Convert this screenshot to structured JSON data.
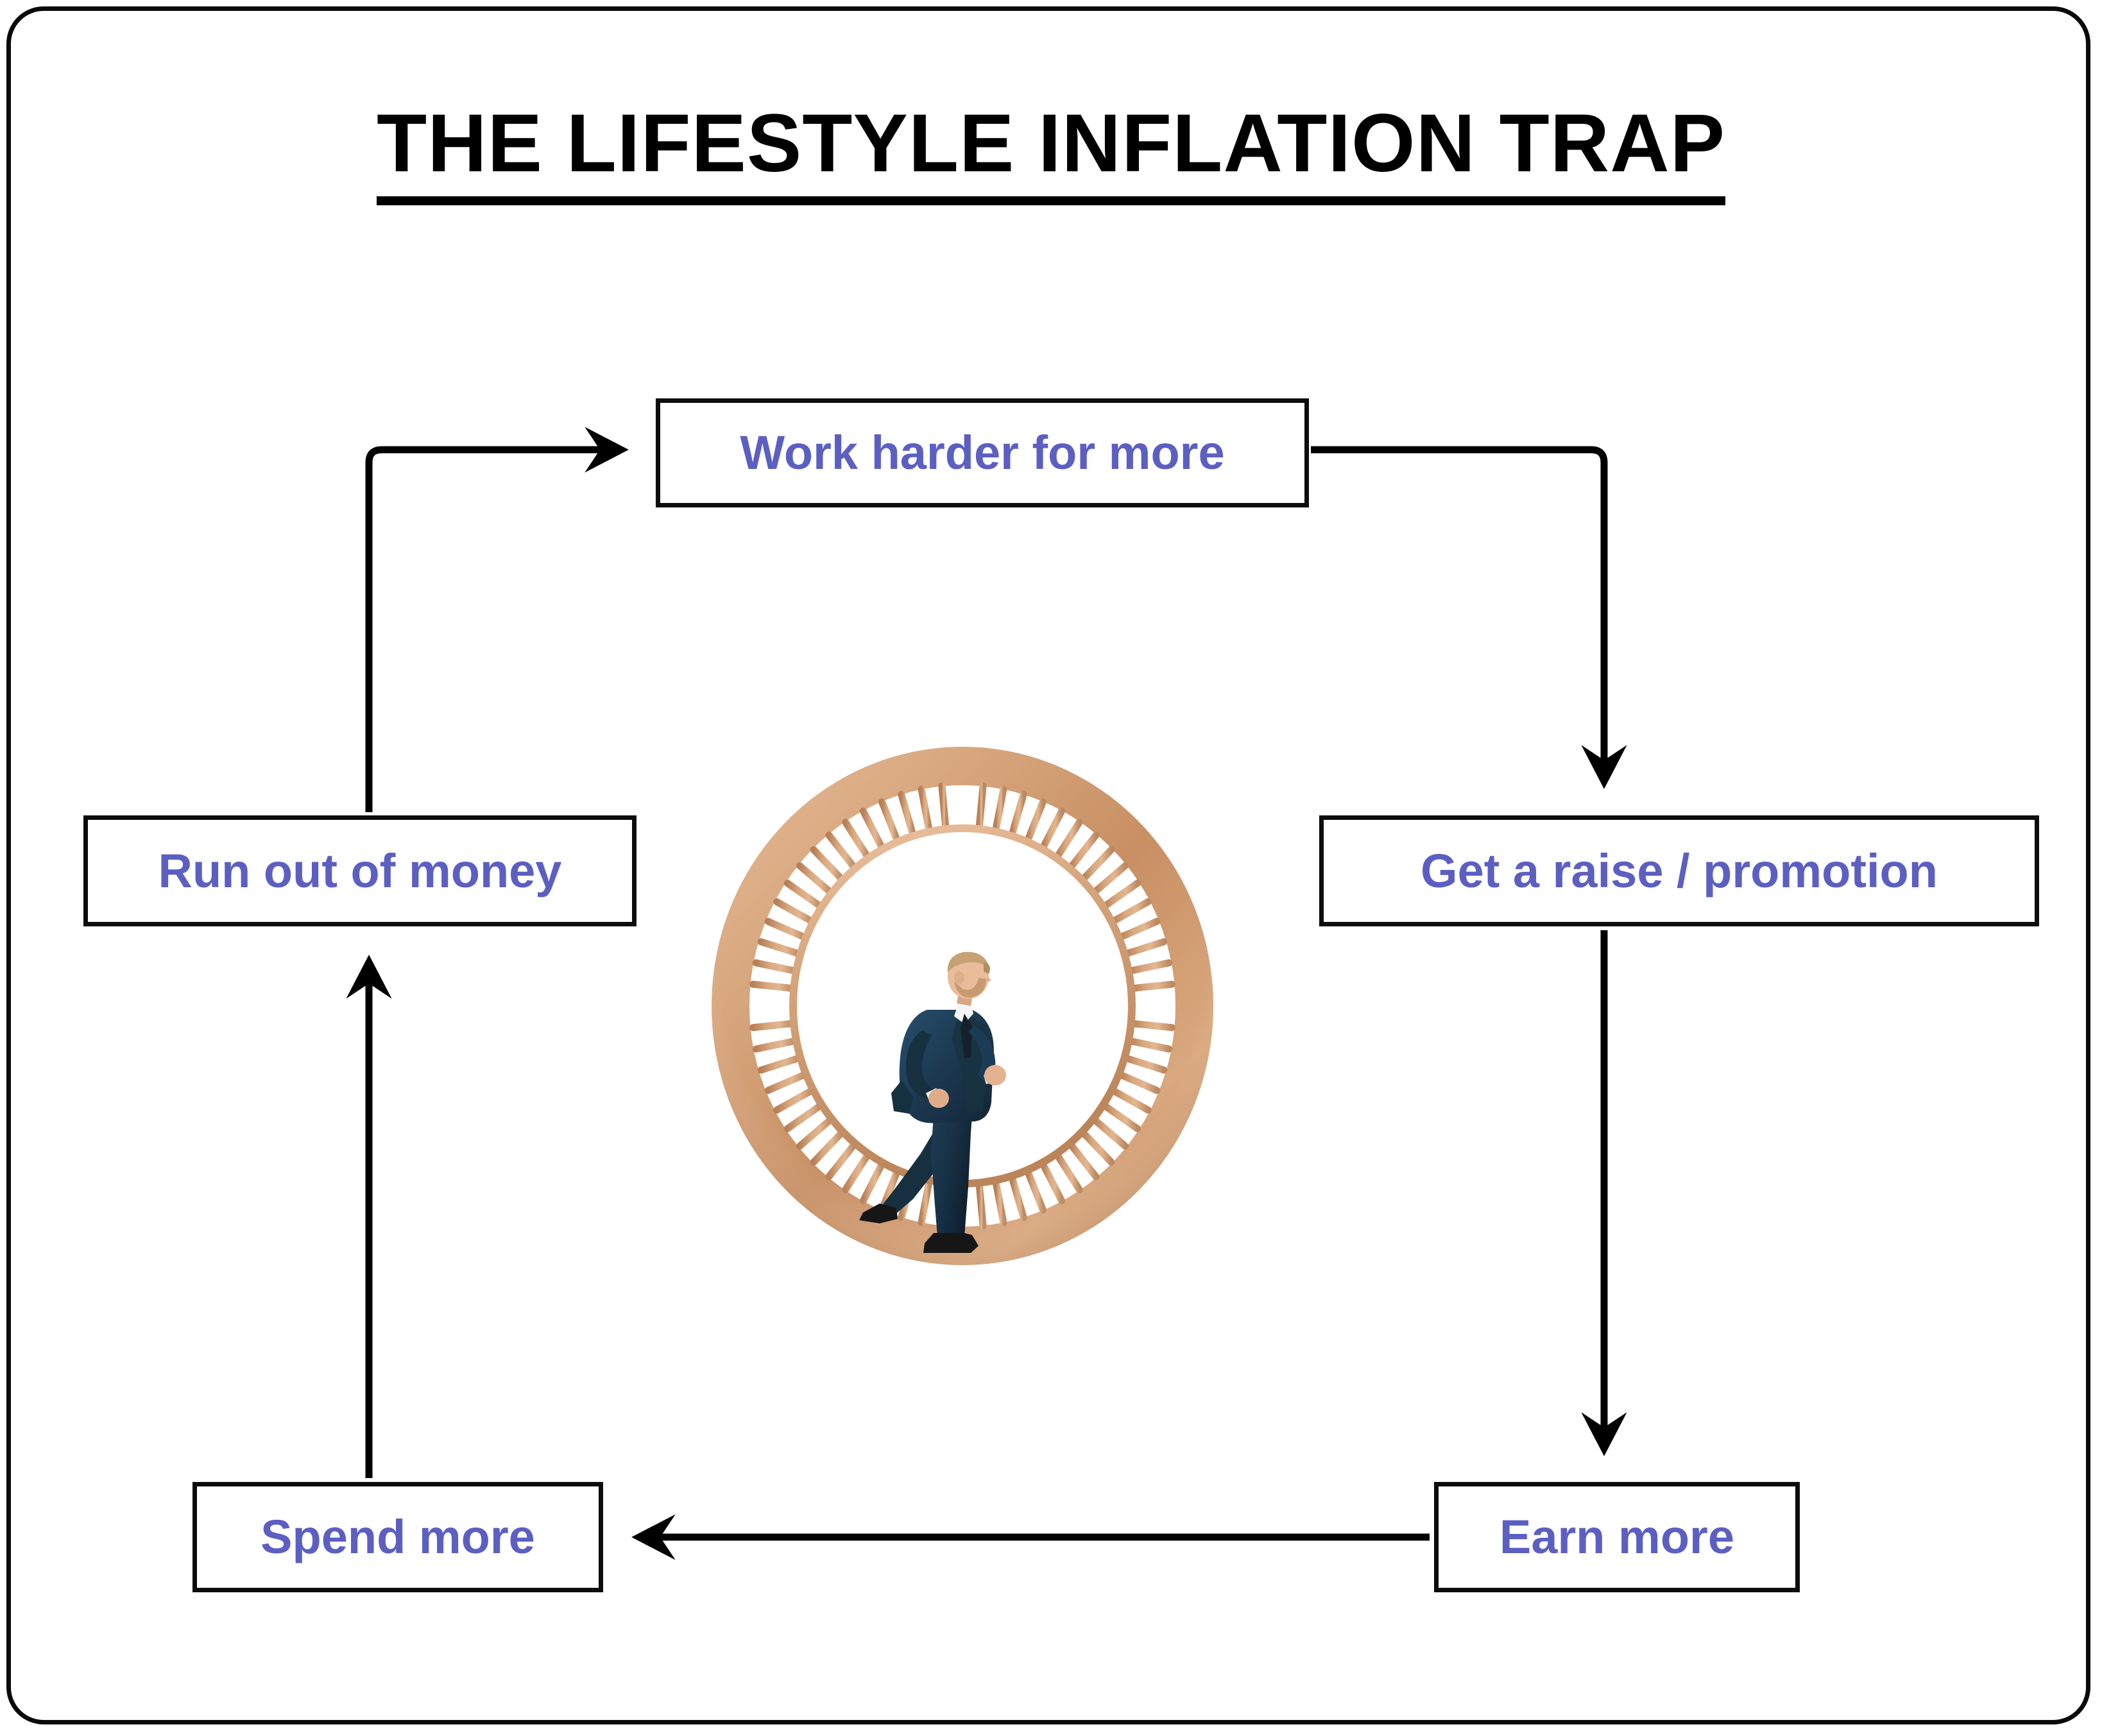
{
  "page": {
    "title": "THE LIFESTYLE INFLATION TRAP",
    "background_color": "#ffffff",
    "frame_color": "#0a0a0a",
    "title_color": "#000000",
    "node_text_color": "#5c5fc2",
    "node_border_color": "#0d0d0d",
    "arrow_color": "#000000"
  },
  "diagram": {
    "type": "cycle-flowchart",
    "nodes": [
      {
        "id": "work",
        "label": "Work harder for more",
        "position": "top-center"
      },
      {
        "id": "raise",
        "label": "Get a raise / promotion",
        "position": "middle-right"
      },
      {
        "id": "earn",
        "label": "Earn more",
        "position": "bottom-right"
      },
      {
        "id": "spend",
        "label": "Spend more",
        "position": "bottom-left"
      },
      {
        "id": "run",
        "label": "Run out of money",
        "position": "middle-left"
      }
    ],
    "edges": [
      {
        "from": "work",
        "to": "raise",
        "shape": "elbow-right-down",
        "direction": "down"
      },
      {
        "from": "raise",
        "to": "earn",
        "shape": "straight-vertical",
        "direction": "down"
      },
      {
        "from": "earn",
        "to": "spend",
        "shape": "straight-horizontal",
        "direction": "left"
      },
      {
        "from": "spend",
        "to": "run",
        "shape": "straight-vertical",
        "direction": "up"
      },
      {
        "from": "run",
        "to": "work",
        "shape": "elbow-up-right",
        "direction": "right"
      }
    ]
  },
  "illustration": {
    "name": "hamster-wheel-with-businessman",
    "wheel_color": "#cd9a70",
    "wheel_color_light": "#e5b896",
    "wheel_color_dark": "#b37f55",
    "spoke_count": 64,
    "figure": {
      "name": "running-businessman",
      "suit_color": "#1d3a52",
      "shirt_color": "#f4f5f7",
      "tie_color": "#16202c",
      "hair_color": "#c4a274",
      "skin_color": "#e9bd9a",
      "shoe_color": "#1a1a1a",
      "pose": "running"
    }
  }
}
